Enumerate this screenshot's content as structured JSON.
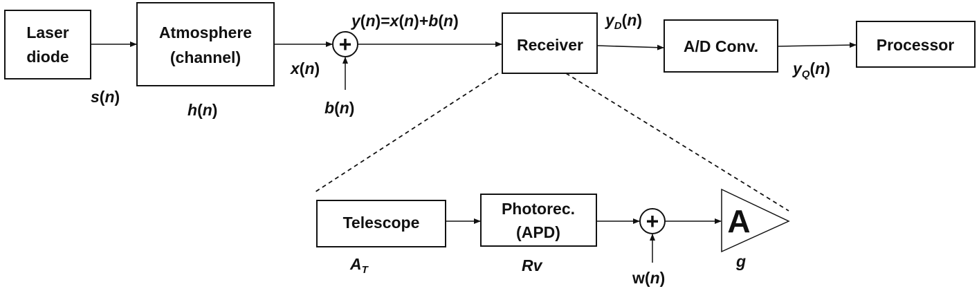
{
  "blocks": {
    "laser": {
      "line1": "Laser",
      "line2": "diode"
    },
    "atmosphere": {
      "line1": "Atmosphere",
      "line2": "(channel)"
    },
    "receiver": {
      "label": "Receiver"
    },
    "adc": {
      "label": "A/D Conv."
    },
    "processor": {
      "label": "Processor"
    },
    "telescope": {
      "label": "Telescope"
    },
    "photoreceiver": {
      "line1": "Photorec.",
      "line2": "(APD)"
    },
    "amplifier": {
      "label": "A"
    }
  },
  "signals": {
    "s": {
      "name": "s",
      "arg": "n"
    },
    "h": {
      "name": "h",
      "arg": "n"
    },
    "x": {
      "name": "x",
      "arg": "n"
    },
    "b": {
      "name": "b",
      "arg": "n"
    },
    "y_eq": {
      "y": "y",
      "x": "x",
      "b": "b",
      "arg": "n"
    },
    "yD": {
      "name": "y",
      "sub": "D",
      "arg": "n"
    },
    "yQ": {
      "name": "y",
      "sub": "Q",
      "arg": "n"
    },
    "AT": {
      "name": "A",
      "sub": "T"
    },
    "Rv": {
      "name": "Rv"
    },
    "w": {
      "name": "w",
      "arg": "n"
    },
    "g": {
      "name": "g"
    }
  },
  "symbols": {
    "plus": "+",
    "equals": "="
  }
}
